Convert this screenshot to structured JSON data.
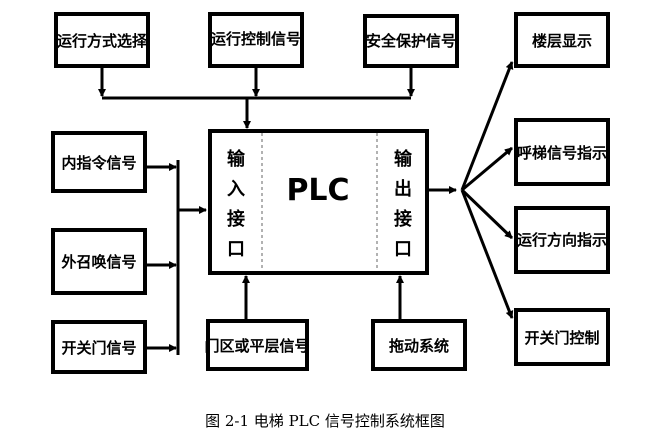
{
  "top_inputs": {
    "mode_select": "运行方式选择",
    "run_control": "运行控制信号",
    "safety": "安全保护信号"
  },
  "left_inputs": {
    "inner_cmd": "内指令信号",
    "outer_call": "外召唤信号",
    "switch_signal": "开关门信号"
  },
  "bottom_inputs": {
    "door_zone": "门区或平层信号",
    "drag_system": "拖动系统"
  },
  "plc": {
    "label": "PLC",
    "input_port": [
      "输",
      "入",
      "接",
      "口"
    ],
    "output_port": [
      "输",
      "出",
      "接",
      "口"
    ]
  },
  "outputs": {
    "floor_display": "楼层显示",
    "call_indicator": "呼梯信号指示",
    "direction_indicator": "运行方向指示",
    "door_control": "开关门控制"
  },
  "caption": "图 2-1 电梯 PLC 信号控制系统框图"
}
